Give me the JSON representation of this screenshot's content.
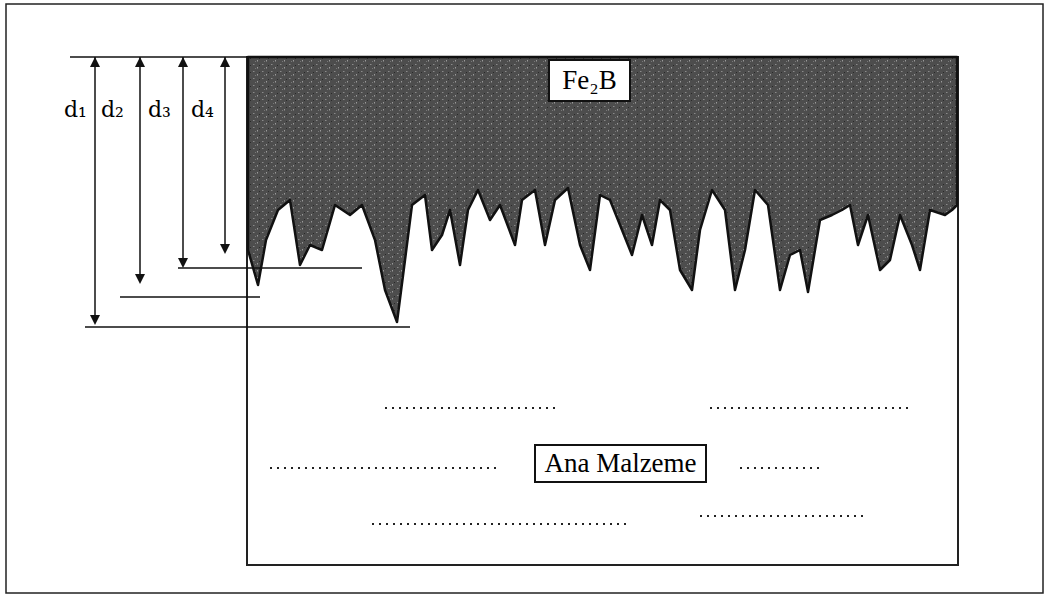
{
  "diagram": {
    "nodes": [
      {
        "text": [
          "Fe₂B"
        ]
      },
      {
        "text": [
          "Ana Malzeme"
        ]
      }
    ],
    "labels": [
      "d₁",
      "d₂",
      "d₃",
      "d₄"
    ]
  }
}
